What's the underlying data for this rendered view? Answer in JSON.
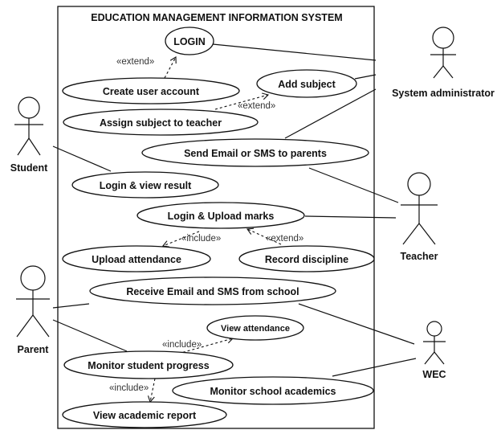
{
  "system": {
    "title": "EDUCATION MANAGEMENT INFORMATION SYSTEM"
  },
  "actors": {
    "admin": "System administrator",
    "student": "Student",
    "teacher": "Teacher",
    "parent": "Parent",
    "wec": "WEC"
  },
  "use_cases": {
    "login": "LOGIN",
    "create_account": "Create  user account",
    "add_subject": "Add subject",
    "assign_subject": "Assign subject to teacher",
    "send_email": "Send  Email or SMS to parents",
    "login_view_result": "Login & view result",
    "login_upload_marks": "Login & Upload marks",
    "upload_attendance": "Upload attendance",
    "record_discipline": "Record discipline",
    "receive_email": "Receive Email and SMS from school",
    "view_attendance": "View attendance",
    "monitor_progress": "Monitor student progress",
    "monitor_academics": "Monitor school academics",
    "view_report": "View academic report"
  },
  "relations": {
    "extend_1": "«extend»",
    "extend_2": "«extend»",
    "include_1": "«include»",
    "extend_3": "«extend»",
    "include_2": "«include»",
    "include_3": "«include»"
  }
}
